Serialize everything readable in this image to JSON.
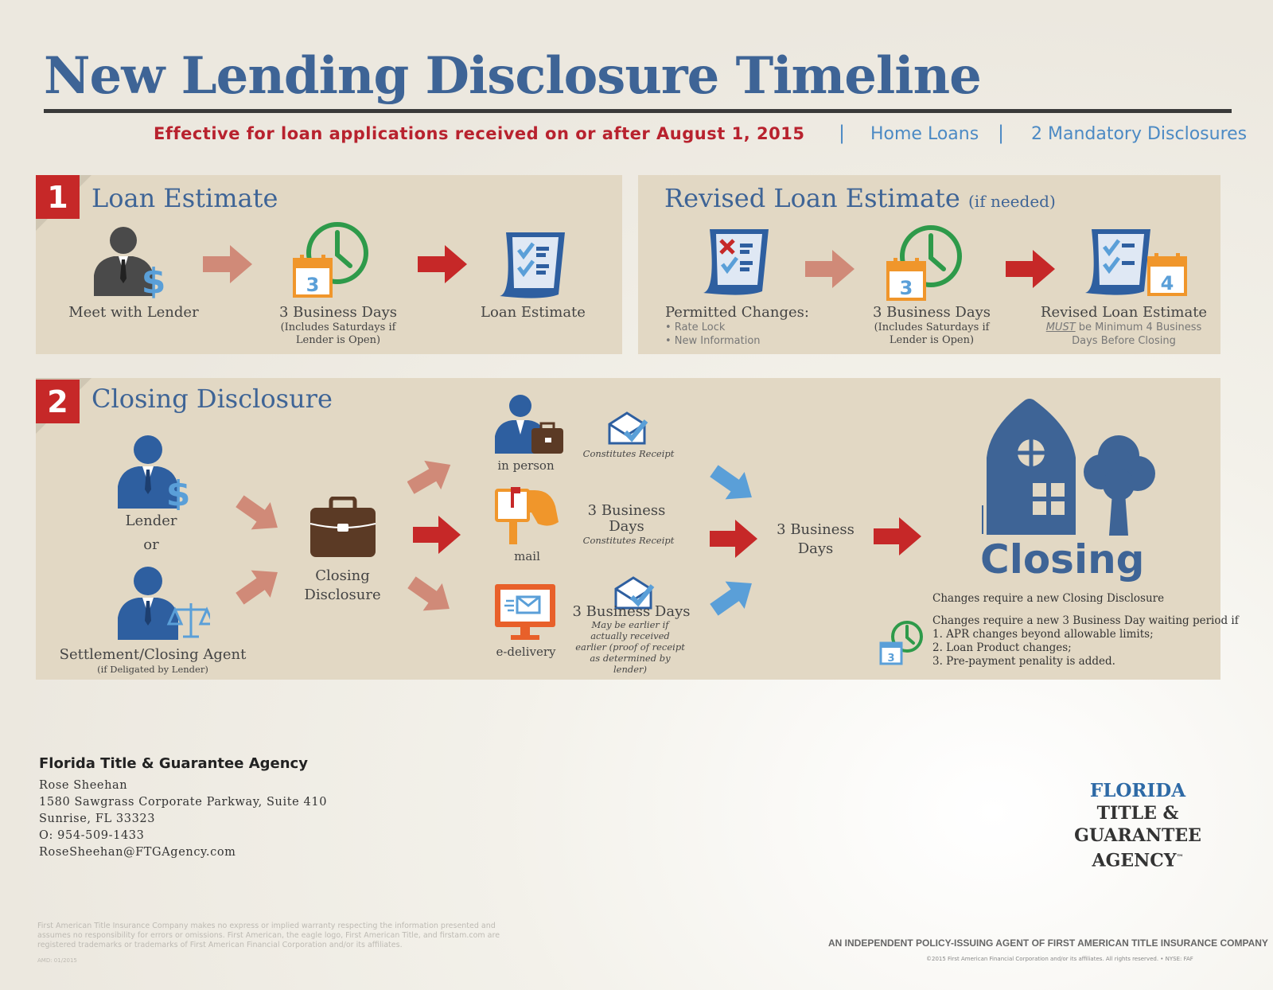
{
  "header": {
    "title": "New Lending Disclosure Timeline",
    "effective": "Effective for loan applications received on or after August 1, 2015",
    "separator": "|",
    "tag1": "Home Loans",
    "tag2": "2 Mandatory Disclosures"
  },
  "section1": {
    "number": "1",
    "title": "Loan Estimate",
    "step1": "Meet with Lender",
    "step2_title": "3 Business Days",
    "step2_note": "(Includes Saturdays if Lender is Open)",
    "step3": "Loan Estimate",
    "calendar_num": "3"
  },
  "revised": {
    "title": "Revised Loan Estimate",
    "title_note": "(if needed)",
    "step1_title": "Permitted Changes:",
    "step1_bullets": [
      "• Rate Lock",
      "• New Information"
    ],
    "step2_title": "3 Business Days",
    "step2_note": "(Includes Saturdays if Lender is Open)",
    "step3_title": "Revised Loan Estimate",
    "step3_must": "MUST",
    "step3_note": " be Minimum 4 Business Days Before Closing",
    "calendar_num": "3",
    "calendar_num2": "4"
  },
  "section2": {
    "number": "2",
    "title": "Closing Disclosure",
    "lender": "Lender",
    "or": "or",
    "agent": "Settlement/Closing Agent",
    "agent_note": "(if Deligated by Lender)",
    "disclosure": "Closing Disclosure",
    "in_person": "in person",
    "receipt1": "Constitutes Receipt",
    "mail": "mail",
    "mail_days": "3 Business Days",
    "receipt2": "Constitutes Receipt",
    "edelivery": "e-delivery",
    "e_days": "3 Business Days",
    "e_note": "May be earlier if actually received earlier (proof of receipt as determined by lender)",
    "wait_days": "3 Business Days",
    "closing": "Closing",
    "closing_note": "Changes require a new Closing Disclosure",
    "waiting_intro": "Changes require a new 3 Business Day waiting period if",
    "waiting_items": [
      "1. APR changes beyond allowable limits;",
      "2. Loan Product changes;",
      "3. Pre-payment penality is added."
    ],
    "calendar_num": "3"
  },
  "footer": {
    "agency": "Florida Title & Guarantee Agency",
    "contact_name": "Rose Sheehan",
    "address1": "1580 Sawgrass Corporate Parkway, Suite 410",
    "address2": "Sunrise, FL 33323",
    "phone": "O: 954-509-1433",
    "email": "RoseSheehan@FTGAgency.com",
    "logo_line1": "FLORIDA",
    "logo_line2": "TITLE &",
    "logo_line3": "GUARANTEE",
    "logo_line4": "AGENCY",
    "logo_tm": "™",
    "disclaimer": "First American Title Insurance Company makes no express or implied warranty respecting the information presented and assumes no responsibility for errors or omissions. First American, the eagle logo, First American Title, and firstam.com are registered trademarks or trademarks of First American Financial Corporation and/or its affiliates.",
    "amd": "AMD: 01/2015",
    "agent_line": "AN INDEPENDENT POLICY-ISSUING AGENT OF FIRST AMERICAN TITLE INSURANCE COMPANY",
    "copyright": "©2015 First American Financial Corporation and/or its affiliates. All rights reserved. • NYSE: FAF"
  },
  "colors": {
    "blue": "#3e6496",
    "red": "#c62828",
    "salmon": "#d08a78",
    "green": "#2e9a4a",
    "orange": "#f0962b",
    "brown": "#5b3a25",
    "lightblue": "#5a9fd8",
    "panel": "#e2d8c4"
  }
}
